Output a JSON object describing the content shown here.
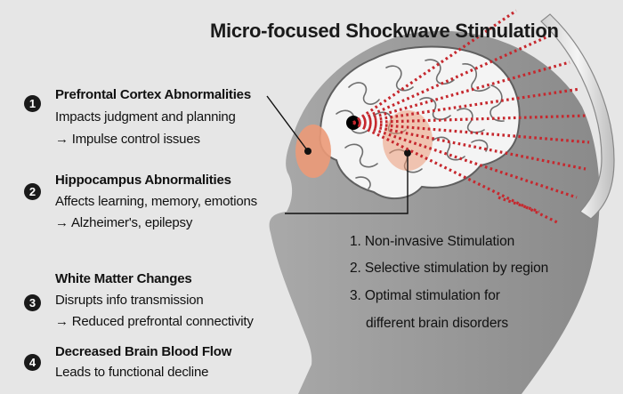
{
  "title": "Micro-focused Shockwave Stimulation",
  "abnormalities": [
    {
      "number": "1",
      "heading": "Prefrontal Cortex Abnormalities",
      "lines": [
        "Impacts judgment and planning",
        "→ Impulse control issues"
      ]
    },
    {
      "number": "2",
      "heading": "Hippocampus Abnormalities",
      "lines": [
        "Affects learning, memory, emotions",
        "→ Alzheimer's, epilepsy"
      ]
    },
    {
      "number": "3",
      "heading": "White Matter Changes",
      "lines": [
        "Disrupts info transmission",
        "→ Reduced prefrontal connectivity"
      ]
    },
    {
      "number": "4",
      "heading": "Decreased Brain Blood Flow",
      "lines": [
        "Leads to functional decline"
      ]
    }
  ],
  "features": [
    "1. Non-invasive Stimulation",
    "2. Selective stimulation by region",
    "3. Optimal stimulation for",
    "different brain disorders"
  ],
  "colors": {
    "background": "#e6e6e6",
    "head_silhouette": "#999999",
    "brain": "#f4f4f4",
    "highlight_region": "#ec9a78",
    "shockwave_dots": "#c6282e",
    "number_badge": "#1a1a1a"
  }
}
